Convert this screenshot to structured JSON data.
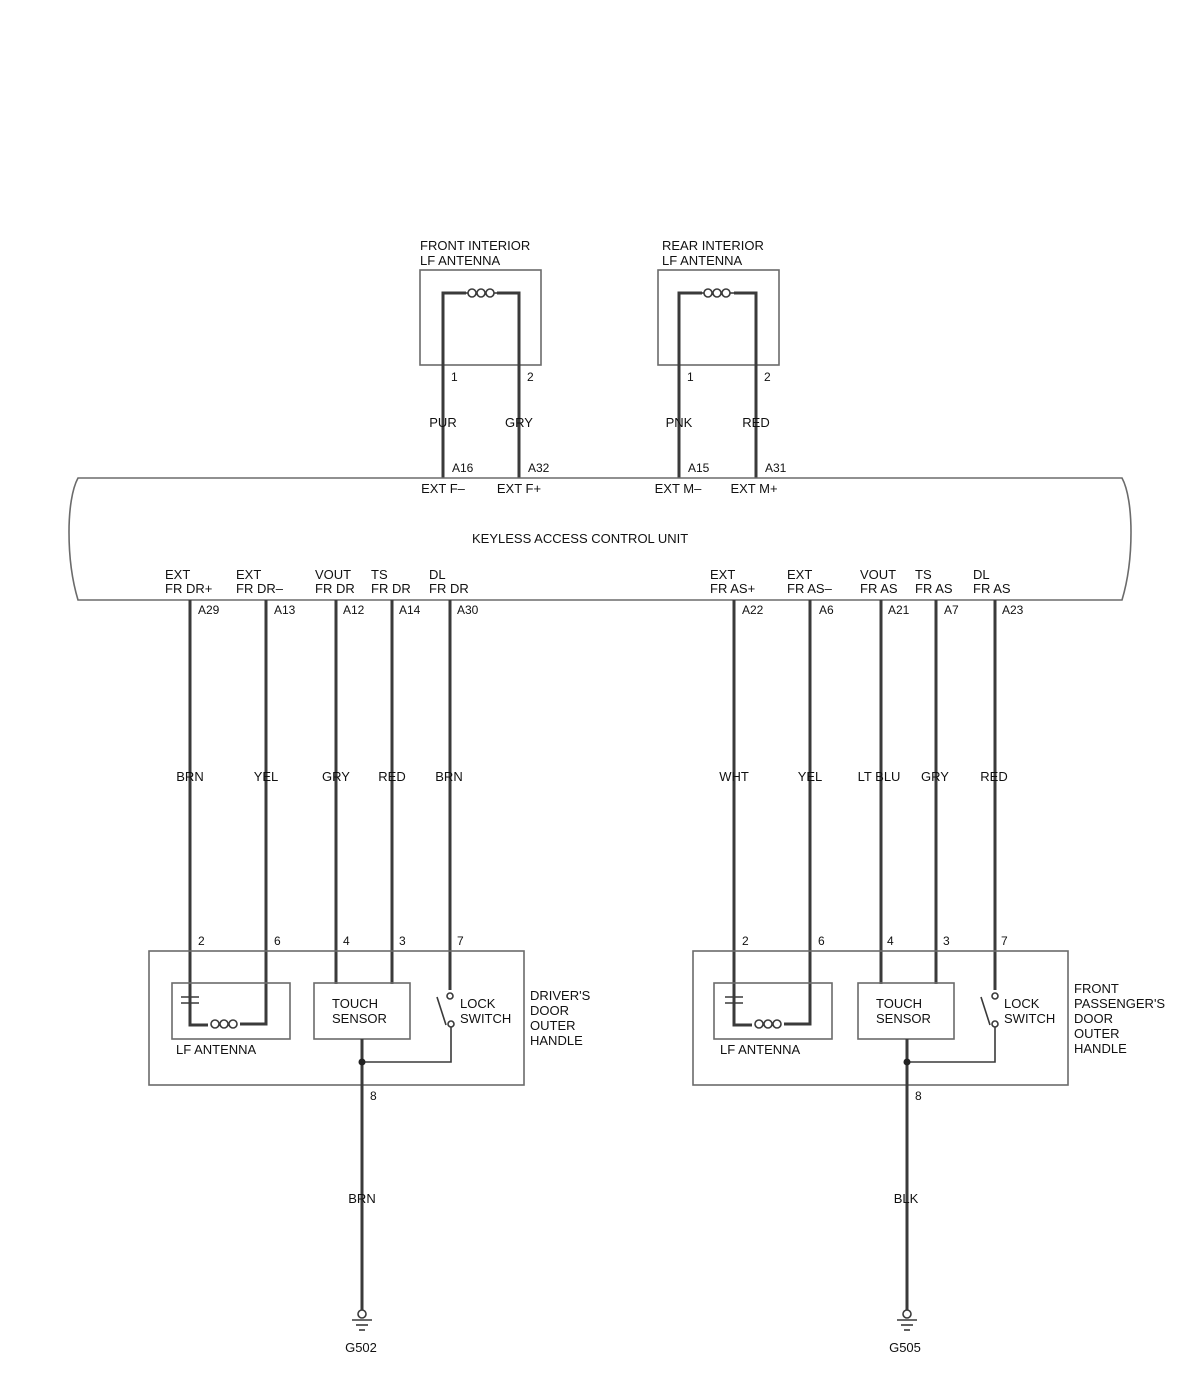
{
  "front_interior_antenna": {
    "name_line1": "FRONT INTERIOR",
    "name_line2": "LF ANTENNA",
    "pin1": "1",
    "pin2": "2",
    "wire1_color": "PUR",
    "wire2_color": "GRY",
    "ecu_pin1": "A16",
    "ecu_pin2": "A32",
    "ecu_label1": "EXT F–",
    "ecu_label2": "EXT F+"
  },
  "rear_interior_antenna": {
    "name_line1": "REAR INTERIOR",
    "name_line2": "LF ANTENNA",
    "pin1": "1",
    "pin2": "2",
    "wire1_color": "PNK",
    "wire2_color": "RED",
    "ecu_pin1": "A15",
    "ecu_pin2": "A31",
    "ecu_label1": "EXT M–",
    "ecu_label2": "EXT M+"
  },
  "control_unit": {
    "name": "KEYLESS ACCESS CONTROL UNIT"
  },
  "driver_side": {
    "terminals": [
      {
        "l1": "EXT",
        "l2": "FR DR+",
        "ecu_pin": "A29",
        "color": "BRN",
        "pin": "2"
      },
      {
        "l1": "EXT",
        "l2": "FR DR–",
        "ecu_pin": "A13",
        "color": "YEL",
        "pin": "6"
      },
      {
        "l1": "VOUT",
        "l2": "FR DR",
        "ecu_pin": "A12",
        "color": "GRY",
        "pin": "4"
      },
      {
        "l1": "TS",
        "l2": "FR DR",
        "ecu_pin": "A14",
        "color": "RED",
        "pin": "3"
      },
      {
        "l1": "DL",
        "l2": "FR DR",
        "ecu_pin": "A30",
        "color": "BRN",
        "pin": "7"
      }
    ],
    "handle_lines": [
      "DRIVER'S",
      "DOOR",
      "OUTER",
      "HANDLE"
    ],
    "antenna_label": "LF ANTENNA",
    "touch_l1": "TOUCH",
    "touch_l2": "SENSOR",
    "lock_l1": "LOCK",
    "lock_l2": "SWITCH",
    "ground_pin": "8",
    "ground_color": "BRN",
    "ground_name": "G502"
  },
  "passenger_side": {
    "terminals": [
      {
        "l1": "EXT",
        "l2": "FR AS+",
        "ecu_pin": "A22",
        "color": "WHT",
        "pin": "2"
      },
      {
        "l1": "EXT",
        "l2": "FR AS–",
        "ecu_pin": "A6",
        "color": "YEL",
        "pin": "6"
      },
      {
        "l1": "VOUT",
        "l2": "FR AS",
        "ecu_pin": "A21",
        "color": "LT BLU",
        "pin": "4"
      },
      {
        "l1": "TS",
        "l2": "FR AS",
        "ecu_pin": "A7",
        "color": "GRY",
        "pin": "3"
      },
      {
        "l1": "DL",
        "l2": "FR AS",
        "ecu_pin": "A23",
        "color": "RED",
        "pin": "7"
      }
    ],
    "handle_lines": [
      "FRONT",
      "PASSENGER'S",
      "DOOR",
      "OUTER",
      "HANDLE"
    ],
    "antenna_label": "LF ANTENNA",
    "touch_l1": "TOUCH",
    "touch_l2": "SENSOR",
    "lock_l1": "LOCK",
    "lock_l2": "SWITCH",
    "ground_pin": "8",
    "ground_color": "BLK",
    "ground_name": "G505"
  }
}
